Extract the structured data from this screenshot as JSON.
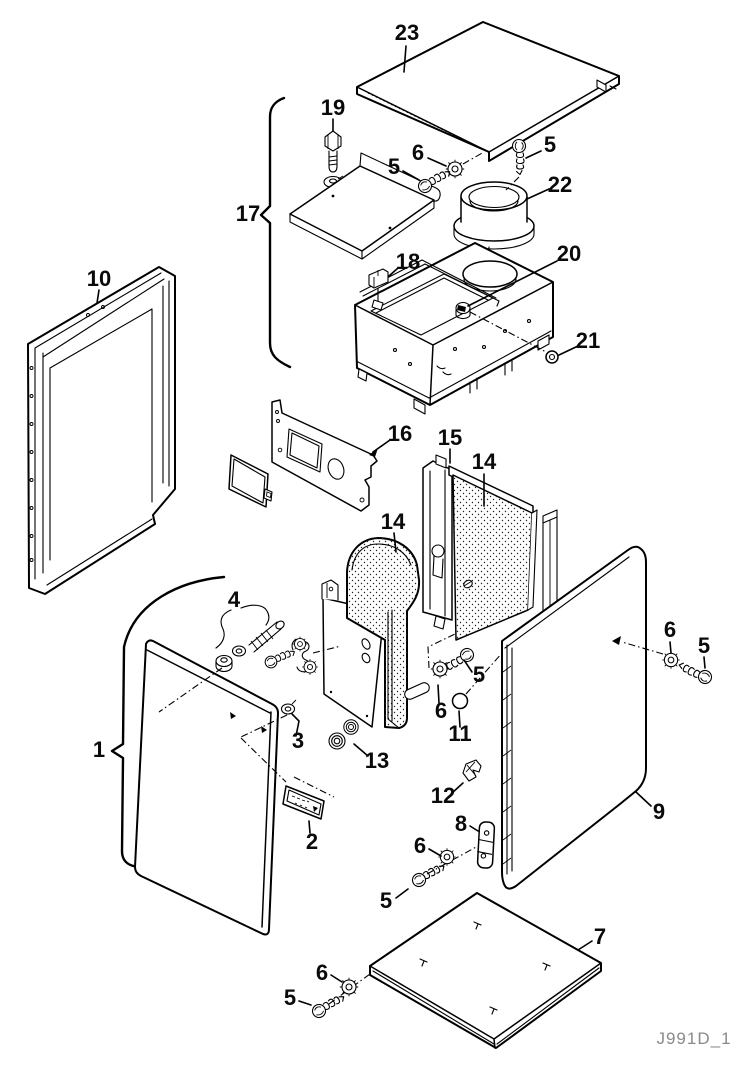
{
  "figure": {
    "background": "#ffffff",
    "line_color": "#000000",
    "label_color": "#0a0a0a",
    "code_color": "#8a8a8a",
    "drawing_code": "J991D_1"
  },
  "callouts": [
    {
      "label": "23"
    },
    {
      "label": "19"
    },
    {
      "label": "6"
    },
    {
      "label": "5"
    },
    {
      "label": "5"
    },
    {
      "label": "22"
    },
    {
      "label": "17"
    },
    {
      "label": "18"
    },
    {
      "label": "20"
    },
    {
      "label": "21"
    },
    {
      "label": "10"
    },
    {
      "label": "16"
    },
    {
      "label": "15"
    },
    {
      "label": "14"
    },
    {
      "label": "14"
    },
    {
      "label": "4"
    },
    {
      "label": "1"
    },
    {
      "label": "3"
    },
    {
      "label": "13"
    },
    {
      "label": "2"
    },
    {
      "label": "5"
    },
    {
      "label": "6"
    },
    {
      "label": "11"
    },
    {
      "label": "6"
    },
    {
      "label": "5"
    },
    {
      "label": "9"
    },
    {
      "label": "12"
    },
    {
      "label": "8"
    },
    {
      "label": "6"
    },
    {
      "label": "5"
    },
    {
      "label": "7"
    },
    {
      "label": "6"
    },
    {
      "label": "5"
    }
  ]
}
